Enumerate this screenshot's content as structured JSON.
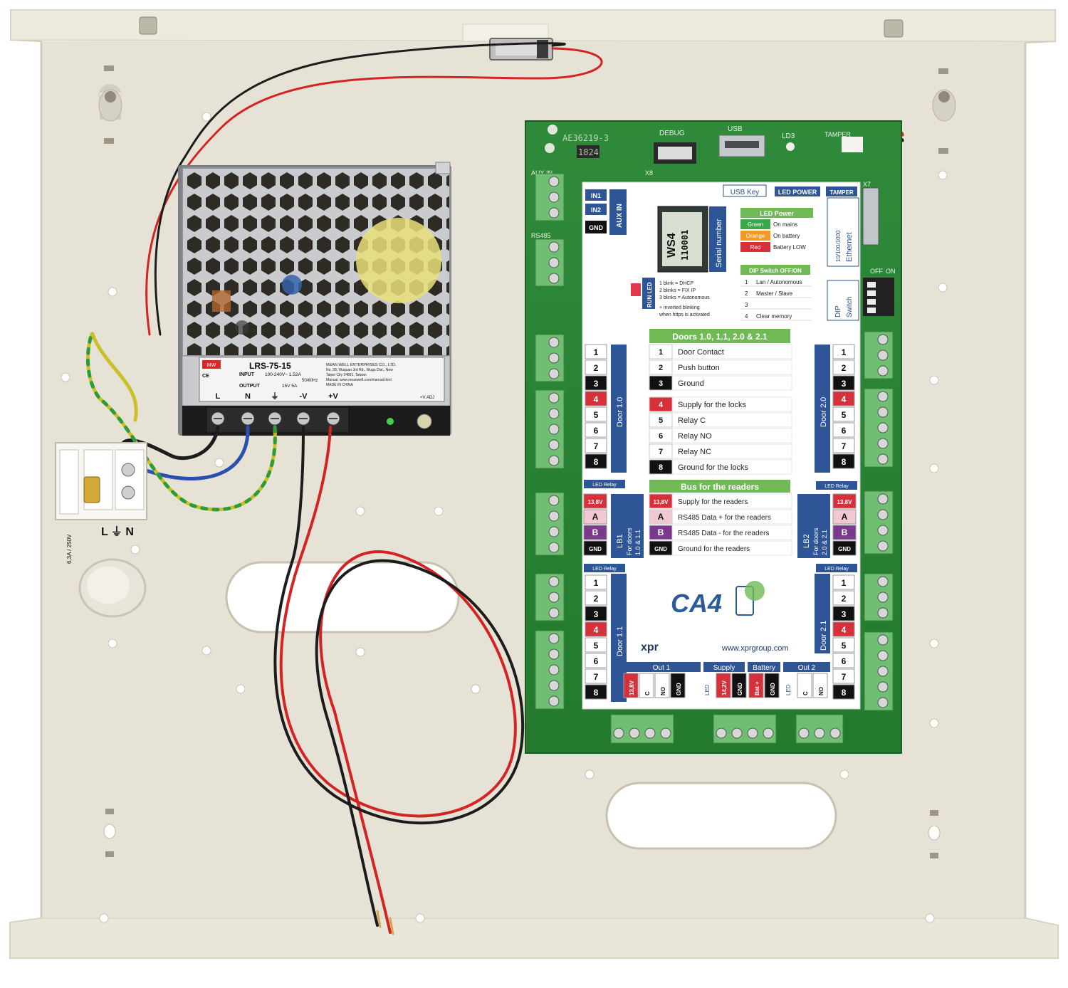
{
  "enclosure": {
    "colors": {
      "metal": "#e6e3d6",
      "metal_edge": "#cfcbbb",
      "shadow": "#bdb8a6"
    },
    "mains_terminal": {
      "symbols": "L ⏚ N",
      "fuse_text": "6,3A / 250V"
    }
  },
  "psu": {
    "model": "LRS-75-15",
    "maker": "MEAN WELL ENTERPRISES CO., LTD.",
    "address1": "No. 28, Wuquan 3rd Rd., Wugu Dist., New",
    "address2": "Taipei City 24891, Taiwan",
    "manual_url": "Manual: www.meanwell.com/manual.html",
    "input_label": "INPUT",
    "input_value": "100-240V~  1.52A",
    "input_freq": "50/60Hz",
    "output_label": "OUTPUT",
    "output_value": "15V   5A",
    "made_in": "MADE IN CHINA",
    "terminals": [
      "L",
      "N",
      "⏚",
      "-V",
      "+V"
    ],
    "adj": "+V ADJ"
  },
  "board": {
    "part_code": "AE36219-3",
    "date_code": "1824",
    "header_labels": {
      "debug": "DEBUG",
      "usb": "USB",
      "ld3": "LD3",
      "tamper": "TAMPER",
      "x8": "X8",
      "x7": "X7"
    },
    "left_pin_labels": [
      "AUX IN",
      "RS485"
    ],
    "sticker": {
      "usb_key": "USB Key",
      "led_power_tag": "LED POWER",
      "tamper_tag": "TAMPER",
      "aux_in": {
        "in1": "IN1",
        "in2": "IN2",
        "gnd": "GND",
        "title": "AUX IN"
      },
      "serial": {
        "chip": "WS4",
        "code": "110001",
        "label": "Serial number"
      },
      "ethernet": {
        "speed": "10/100/1000",
        "label": "Ethernet"
      },
      "led_power_table": {
        "title": "LED Power",
        "rows": [
          {
            "color": "Green",
            "text": "On mains",
            "hex": "#3aa84a"
          },
          {
            "color": "Orange",
            "text": "On battery",
            "hex": "#f39a25"
          },
          {
            "color": "Red",
            "text": "Battery LOW",
            "hex": "#d6303a"
          }
        ]
      },
      "run_led": {
        "label": "RUN LED",
        "lines": [
          "1 blink = DHCP",
          "2 blinks = FIX IP",
          "3 blinks = Autonomous",
          "+ inverted blinking",
          "when https is activated"
        ]
      },
      "dip": {
        "title": "DIP Switch OFF/ON",
        "rows": [
          {
            "n": "1",
            "text": "Lan / Autonomous"
          },
          {
            "n": "2",
            "text": "Master / Slave"
          },
          {
            "n": "3",
            "text": ""
          },
          {
            "n": "4",
            "text": "Clear memory"
          }
        ],
        "side_label_1": "DIP",
        "side_label_2": "Switch",
        "off": "OFF",
        "on": "ON"
      },
      "doors_title": "Doors 1.0, 1.1, 2.0 & 2.1",
      "door_functions": [
        {
          "n": "1",
          "text": "Door Contact",
          "tone": "white"
        },
        {
          "n": "2",
          "text": "Push button",
          "tone": "white"
        },
        {
          "n": "3",
          "text": "Ground",
          "tone": "black"
        },
        {
          "n": "4",
          "text": "Supply for the locks",
          "tone": "red"
        },
        {
          "n": "5",
          "text": "Relay C",
          "tone": "white"
        },
        {
          "n": "6",
          "text": "Relay NO",
          "tone": "white"
        },
        {
          "n": "7",
          "text": "Relay NC",
          "tone": "white"
        },
        {
          "n": "8",
          "text": "Ground for the locks",
          "tone": "black"
        }
      ],
      "bus_title": "Bus for the readers",
      "bus_functions": [
        {
          "tag": "13,8V",
          "text": "Supply for the readers",
          "tone": "red"
        },
        {
          "tag": "A",
          "text": "RS485 Data + for the readers",
          "tone": "pink"
        },
        {
          "tag": "B",
          "text": "RS485 Data - for the readers",
          "tone": "purple"
        },
        {
          "tag": "GND",
          "text": "Ground for the readers",
          "tone": "black"
        }
      ],
      "door_labels": {
        "d10": "Door 1.0",
        "d20": "Door 2.0",
        "d11": "Door 1.1",
        "d21": "Door 2.1"
      },
      "led_relay": "LED Relay",
      "lb1": {
        "name": "LB1",
        "for": "For doors",
        "doors": "1.0 & 1.1"
      },
      "lb2": {
        "name": "LB2",
        "for": "For doors",
        "doors": "2.0 & 2.1"
      },
      "logo": {
        "text": "CA4",
        "brand": "xpr",
        "url": "www.xprgroup.com"
      },
      "bottom_groups": {
        "out1": "Out 1",
        "supply": "Supply",
        "battery": "Battery",
        "out2": "Out 2",
        "out1_pins": [
          "13,8V",
          "C",
          "NO",
          "GND"
        ],
        "supply_pins": [
          "14,2V",
          "GND"
        ],
        "battery_pins": [
          "Bat +",
          "GND"
        ],
        "out2_pins": [
          "C",
          "NO"
        ],
        "led": "LED"
      }
    }
  }
}
